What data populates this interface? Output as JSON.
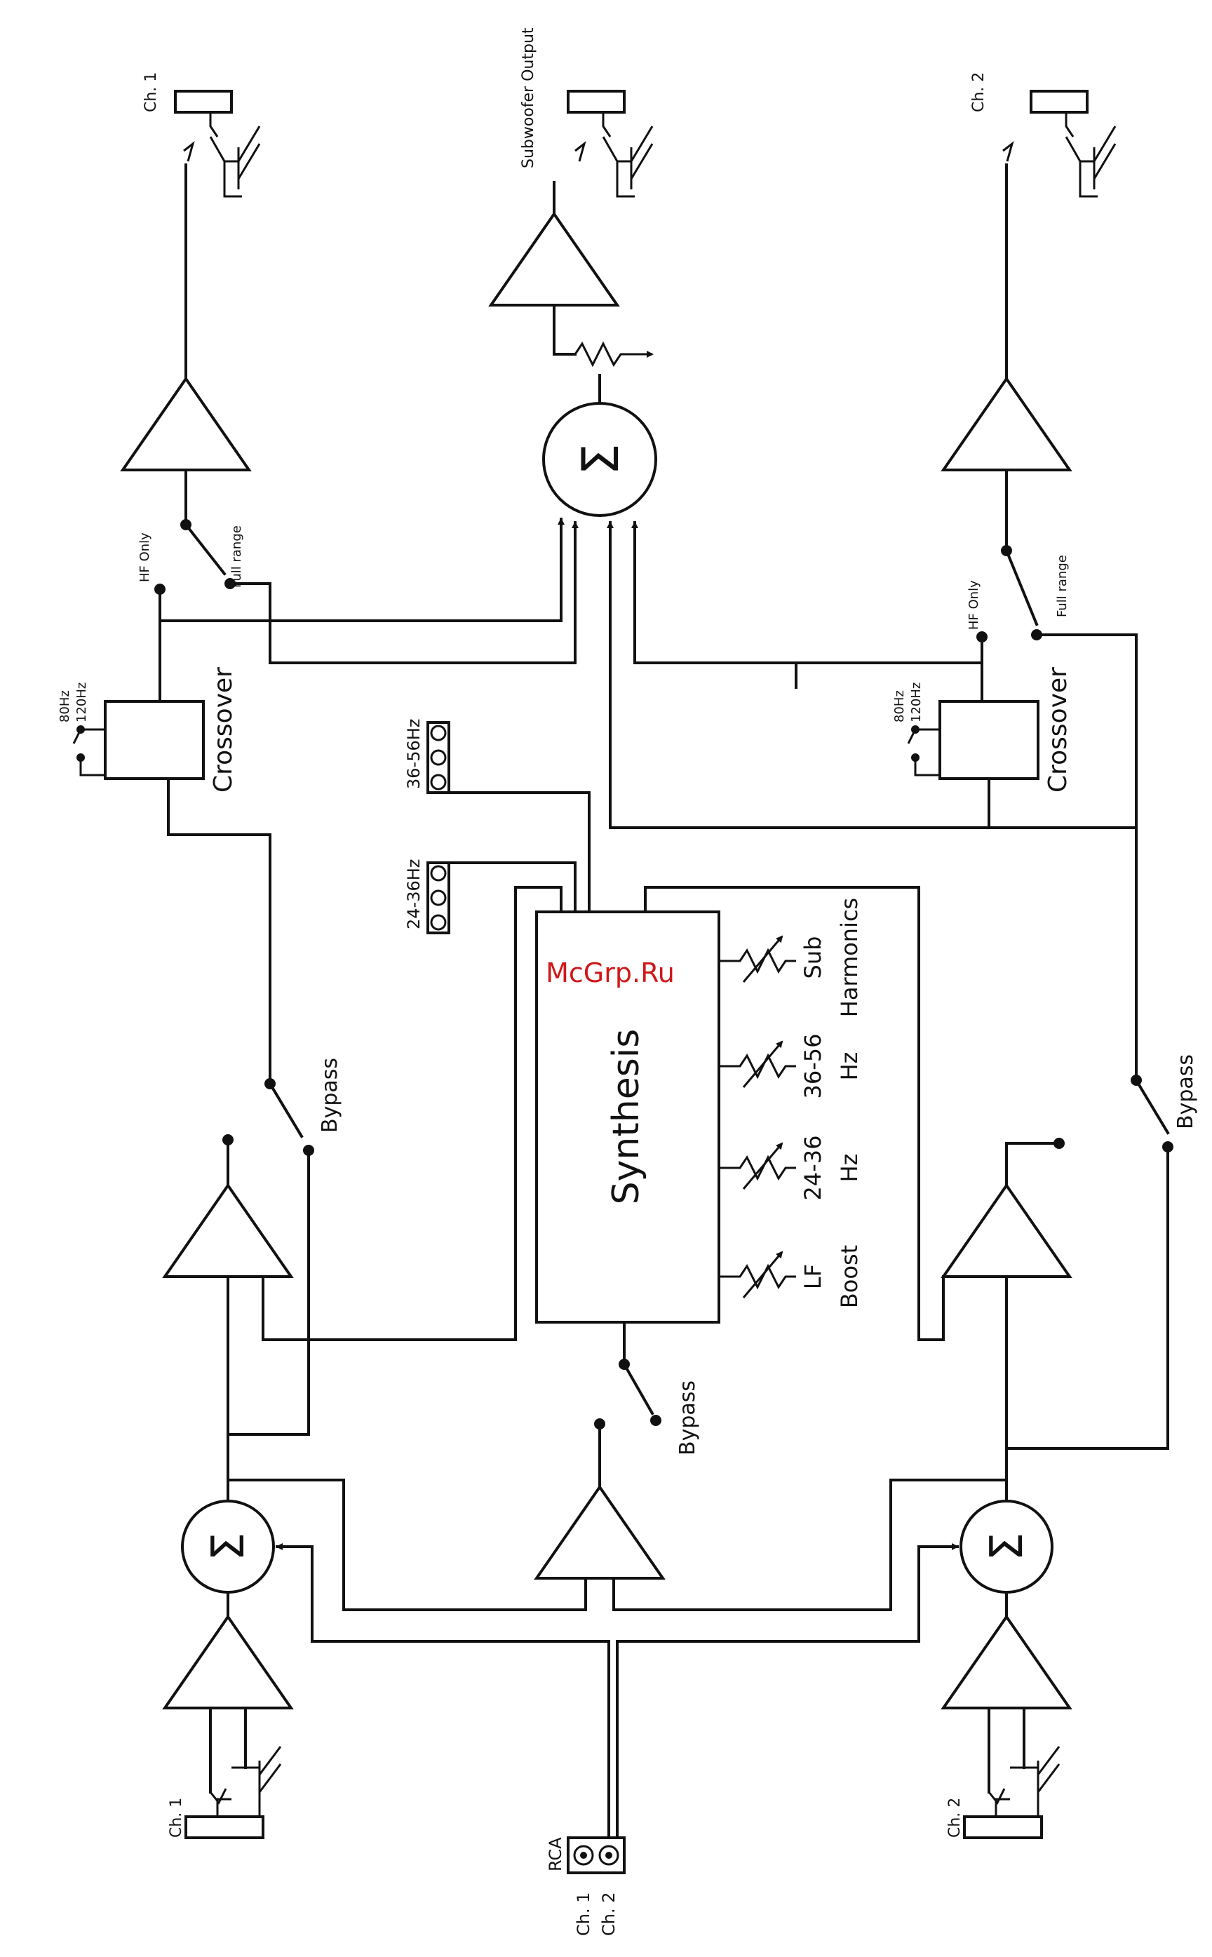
{
  "labels": {
    "ch1_out": "Ch. 1",
    "ch2_out": "Ch. 2",
    "sub_out": "Subwoofer Output",
    "hf_only_1": "HF Only",
    "full_range_1": "Full range",
    "hf_only_2": "HF Only",
    "full_range_2": "Full range",
    "crossover_1": "Crossover",
    "crossover_2": "Crossover",
    "hz80_1": "80Hz",
    "hz120_1": "120Hz",
    "hz80_2": "80Hz",
    "hz120_2": "120Hz",
    "band_36_56": "36-56Hz",
    "band_24_36": "24-36Hz",
    "synthesis": "Synthesis",
    "knob_sub": "Sub",
    "knob_harmonics": "Harmonics",
    "knob_3656_a": "36-56",
    "knob_3656_b": "Hz",
    "knob_2436_a": "24-36",
    "knob_2436_b": "Hz",
    "knob_lf_a": "LF",
    "knob_lf_b": "Boost",
    "bypass_1": "Bypass",
    "bypass_2": "Bypass",
    "bypass_3": "Bypass",
    "ch1_in": "Ch. 1",
    "ch2_in": "Ch. 2",
    "rca": "RCA",
    "rca_ch1": "Ch. 1",
    "rca_ch2": "Ch. 2",
    "sigma": "Σ",
    "watermark": "McGrp.Ru"
  }
}
